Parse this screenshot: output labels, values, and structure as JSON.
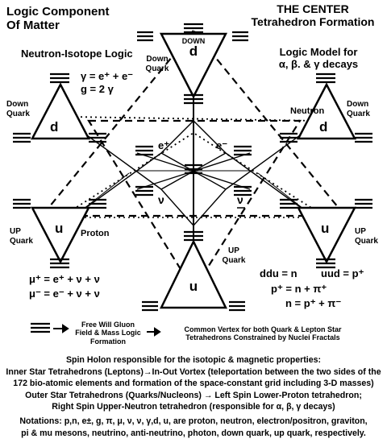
{
  "header": {
    "left_title_1": "Logic Component",
    "left_title_2": "Of Matter",
    "right_title_1": "THE CENTER",
    "right_title_2": "Tetrahedron Formation"
  },
  "labels": {
    "neutron_isotope_logic": "Neutron-Isotope Logic",
    "gamma_eq": "γ = e⁺ + e⁻",
    "g_eq": "g = 2 γ",
    "logic_model_1": "Logic Model for",
    "logic_model_2": "α, β. & γ decays",
    "down": "DOWN",
    "d": "d",
    "u": "u",
    "down_quark_left_1": "Down",
    "down_quark_left_2": "Quark",
    "down_quark_center_1": "Down",
    "down_quark_center_2": "Quark",
    "down_quark_right_1": "Down",
    "down_quark_right_2": "Quark",
    "up_quark_left_1": "UP",
    "up_quark_left_2": "Quark",
    "up_quark_center_1": "UP",
    "up_quark_center_2": "Quark",
    "up_quark_right_1": "UP",
    "up_quark_right_2": "Quark",
    "neutron": "Neutron",
    "proton": "Proton",
    "e_plus": "e⁺",
    "e_minus": "e⁻",
    "nu": "ν",
    "nu_bar": "ν",
    "mu_plus": "μ⁺ = e⁺ + ν + ν",
    "mu_minus": "μ⁻ = e⁻ + ν + ν",
    "ddu": "ddu = n",
    "uud": "uud = p⁺",
    "p_eq": "p⁺ = n + π⁺",
    "n_eq": "n = p⁺ + π⁻"
  },
  "legend": {
    "free_will_1": "Free Will Gluon",
    "free_will_2": "Field & Mass Logic",
    "free_will_3": "Formation",
    "common_vertex_1": "Common Vertex for both Quark & Lepton Star",
    "common_vertex_2": "Tetrahedrons Constrained by Nuclei Fractals"
  },
  "notes": {
    "spin_holon": "Spin Holon responsible for the isotopic & magnetic properties:",
    "inner_star_1": "Inner Star Tetrahedrons (Leptons)→In-Out Vortex (teleportation between the two sides of the",
    "inner_star_2": "172 bio-atomic elements and formation of the space-constant grid including 3-D masses)",
    "outer_star_1": "Outer Star Tetrahedrons (Quarks/Nucleons) → Left Spin Lower-Proton tetrahedron;",
    "outer_star_2": "Right Spin Upper-Neutron tetrahedron (responsible for α, β, γ decays)",
    "notations_1": "Notations: p,n, e±, g, π, μ, ν, ν, γ,d, u, are proton, neutron, electron/positron, graviton,",
    "notations_2": "pi & mu mesons, neutrino, anti-neutrino, photon, down quark, up quark, respectively."
  },
  "colors": {
    "ink": "#000000",
    "background": "#ffffff"
  }
}
